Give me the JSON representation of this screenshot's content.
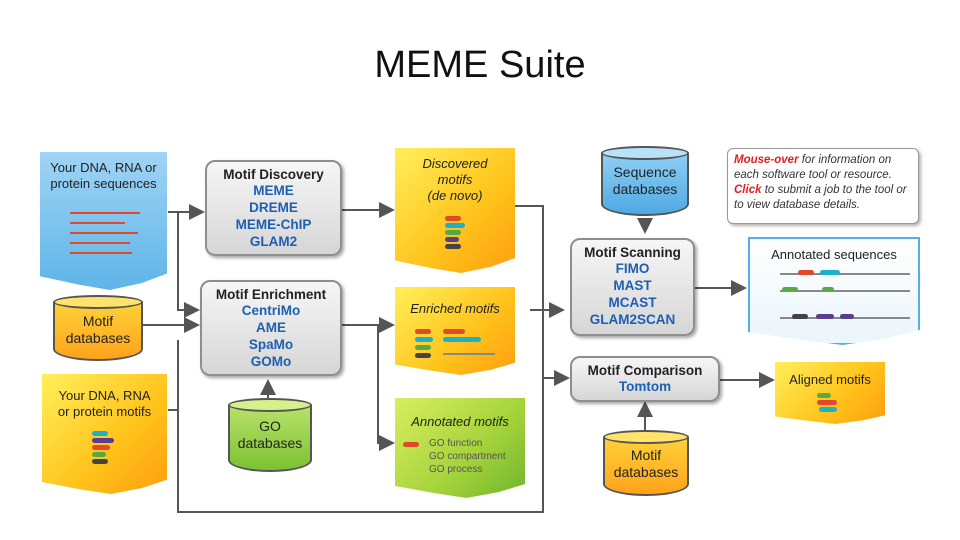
{
  "slide": {
    "title": "MEME Suite"
  },
  "inputs": {
    "sequences": {
      "line1": "Your DNA, RNA or",
      "line2": "protein sequences"
    },
    "motif_db": {
      "line1": "Motif",
      "line2": "databases"
    },
    "motifs": {
      "line1": "Your DNA, RNA",
      "line2": "or protein motifs"
    }
  },
  "motif_discovery": {
    "title": "Motif Discovery",
    "items": [
      "MEME",
      "DREME",
      "MEME-ChIP",
      "GLAM2"
    ]
  },
  "motif_enrichment": {
    "title": "Motif Enrichment",
    "items": [
      "CentriMo",
      "AME",
      "SpaMo",
      "GOMo"
    ]
  },
  "go_db": {
    "line1": "GO",
    "line2": "databases"
  },
  "outputs": {
    "discovered": {
      "line1": "Discovered",
      "line2": "motifs",
      "line3": "(de novo)"
    },
    "enriched": {
      "label": "Enriched motifs"
    },
    "annotated_motifs": {
      "label": "Annotated motifs",
      "items": [
        "GO function",
        "GO compartment",
        "GO process"
      ]
    }
  },
  "sequence_db": {
    "line1": "Sequence",
    "line2": "databases"
  },
  "motif_scanning": {
    "title": "Motif Scanning",
    "items": [
      "FIMO",
      "MAST",
      "MCAST",
      "GLAM2SCAN"
    ]
  },
  "motif_comparison": {
    "title": "Motif Comparison",
    "items": [
      "Tomtom"
    ]
  },
  "motif_db2": {
    "line1": "Motif",
    "line2": "databases"
  },
  "annotated_sequences": {
    "label": "Annotated sequences"
  },
  "aligned_motifs": {
    "label": "Aligned motifs"
  },
  "help": {
    "mouseover": "Mouse-over",
    "text1": " for information on each software tool or resource.",
    "click": "Click",
    "text2": " to submit a job to the tool or to view database details."
  },
  "colors": {
    "item_blue": "#1e5fb0",
    "red_bar": "#e04a2a",
    "teal_bar": "#1eb0c8",
    "green_bar": "#5aa844",
    "purple_bar": "#5a3d8c"
  }
}
